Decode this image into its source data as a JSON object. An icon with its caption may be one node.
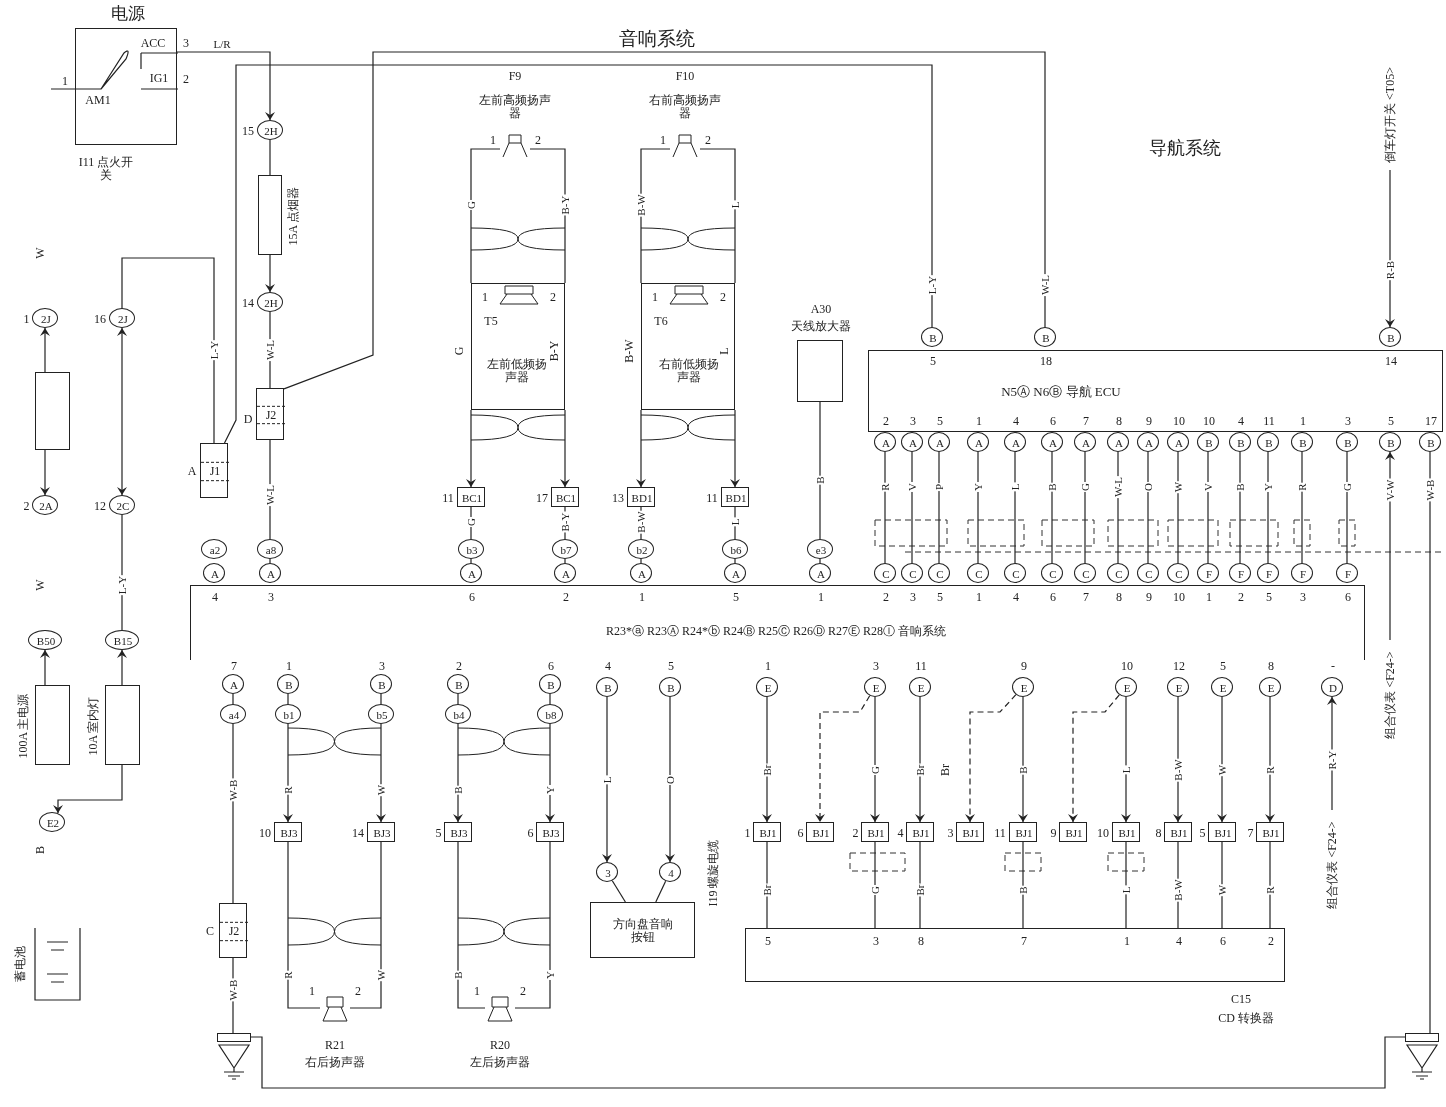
{
  "diagram": {
    "title": "音响系统",
    "nodes": [
      {
        "text": [
          "电源",
          "ACC",
          "IG1",
          "AM1"
        ],
        "beside": [
          "3",
          "2",
          "1",
          "I11 点火开关"
        ]
      },
      {
        "text": [
          "2H"
        ],
        "beside": [
          "15"
        ]
      },
      {
        "text": [
          "15A 点烟器"
        ]
      },
      {
        "text": [
          "2H"
        ],
        "beside": [
          "14"
        ]
      },
      {
        "text": [
          "J2"
        ],
        "beside": [
          "D"
        ]
      },
      {
        "text": [
          "J1"
        ],
        "beside": [
          "A"
        ]
      },
      {
        "text": [
          "a2"
        ]
      },
      {
        "text": [
          "A"
        ]
      },
      {
        "text": [
          "a8"
        ]
      },
      {
        "text": [
          "A"
        ]
      },
      {
        "text": [
          "2J"
        ],
        "beside": [
          "1"
        ]
      },
      {
        "text": [],
        "shape": "box"
      },
      {
        "text": [
          "2A"
        ],
        "beside": [
          "2"
        ]
      },
      {
        "text": [
          "B50"
        ]
      },
      {
        "text": [
          "100A 主电源"
        ]
      },
      {
        "text": [
          "E2"
        ]
      },
      {
        "text": [
          "蓄电池"
        ]
      },
      {
        "text": [
          "2J"
        ],
        "beside": [
          "16"
        ]
      },
      {
        "text": [
          "2C"
        ],
        "beside": [
          "12"
        ]
      },
      {
        "text": [
          "B15"
        ]
      },
      {
        "text": [
          "10A 室内灯"
        ]
      },
      {
        "text": [
          "F9",
          "左前高频扬声器",
          "1",
          "2"
        ]
      },
      {
        "text": [
          "F10",
          "右前高频扬声器",
          "1",
          "2"
        ]
      },
      {
        "text": [
          "T5",
          "左前低频扬声器",
          "1",
          "2",
          "B-Y"
        ],
        "beside": [
          "G"
        ]
      },
      {
        "text": [
          "T6",
          "右前低频扬声器",
          "1",
          "2",
          "L"
        ],
        "beside": [
          "B-W"
        ]
      },
      {
        "text": [
          "BC1"
        ],
        "beside": [
          "11"
        ]
      },
      {
        "text": [
          "BC1"
        ],
        "beside": [
          "17"
        ]
      },
      {
        "text": [
          "BD1"
        ],
        "beside": [
          "13"
        ]
      },
      {
        "text": [
          "BD1"
        ],
        "beside": [
          "11"
        ]
      },
      {
        "text": [
          "b3"
        ]
      },
      {
        "text": [
          "A"
        ]
      },
      {
        "text": [
          "b7"
        ]
      },
      {
        "text": [
          "A"
        ]
      },
      {
        "text": [
          "b2"
        ]
      },
      {
        "text": [
          "A"
        ]
      },
      {
        "text": [
          "b6"
        ]
      },
      {
        "text": [
          "A"
        ]
      },
      {
        "text": [
          "A30",
          "天线放大器"
        ]
      },
      {
        "text": [
          "e3"
        ]
      },
      {
        "text": [
          "A"
        ]
      },
      {
        "text": [
          "N5Ⓐ N6Ⓑ 导航 ECU",
          "5",
          "18",
          "14",
          "2",
          "3",
          "5",
          "1",
          "4",
          "6",
          "7",
          "8",
          "9",
          "10",
          "10",
          "4",
          "11",
          "1",
          "3",
          "5",
          "17"
        ]
      },
      {
        "text": [
          "B"
        ]
      },
      {
        "text": [
          "B"
        ]
      },
      {
        "text": [
          "B"
        ]
      },
      {
        "text": [
          "A"
        ]
      },
      {
        "text": [
          "A"
        ]
      },
      {
        "text": [
          "A"
        ]
      },
      {
        "text": [
          "A"
        ]
      },
      {
        "text": [
          "A"
        ]
      },
      {
        "text": [
          "A"
        ]
      },
      {
        "text": [
          "A"
        ]
      },
      {
        "text": [
          "A"
        ]
      },
      {
        "text": [
          "A"
        ]
      },
      {
        "text": [
          "A"
        ]
      },
      {
        "text": [
          "B"
        ]
      },
      {
        "text": [
          "B"
        ]
      },
      {
        "text": [
          "B"
        ]
      },
      {
        "text": [
          "B"
        ]
      },
      {
        "text": [
          "B"
        ]
      },
      {
        "text": [
          "B"
        ]
      },
      {
        "text": [
          "B"
        ]
      },
      {
        "text": [
          "C"
        ]
      },
      {
        "text": [
          "C"
        ]
      },
      {
        "text": [
          "C"
        ]
      },
      {
        "text": [
          "C"
        ]
      },
      {
        "text": [
          "C"
        ]
      },
      {
        "text": [
          "C"
        ]
      },
      {
        "text": [
          "C"
        ]
      },
      {
        "text": [
          "C"
        ]
      },
      {
        "text": [
          "C"
        ]
      },
      {
        "text": [
          "C"
        ]
      },
      {
        "text": [
          "F"
        ]
      },
      {
        "text": [
          "F"
        ]
      },
      {
        "text": [
          "F"
        ]
      },
      {
        "text": [
          "F"
        ]
      },
      {
        "text": [
          "F"
        ]
      },
      {
        "text": [
          "R23*ⓐ R23Ⓐ R24*ⓑ R24Ⓑ R25Ⓒ R26Ⓓ R27Ⓔ R28Ⓘ 音响系统",
          "4",
          "3",
          "6",
          "2",
          "1",
          "5",
          "1",
          "2",
          "3",
          "5",
          "1",
          "4",
          "6",
          "7",
          "8",
          "9",
          "10",
          "1",
          "2",
          "5",
          "3",
          "6",
          "7",
          "1",
          "3",
          "2",
          "6",
          "4",
          "5",
          "1",
          "3",
          "11",
          "9",
          "10",
          "12",
          "5",
          "8",
          "-"
        ]
      },
      {
        "text": [
          "A"
        ]
      },
      {
        "text": [
          "a4"
        ]
      },
      {
        "text": [
          "B"
        ]
      },
      {
        "text": [
          "b1"
        ]
      },
      {
        "text": [
          "B"
        ]
      },
      {
        "text": [
          "b5"
        ]
      },
      {
        "text": [
          "B"
        ]
      },
      {
        "text": [
          "b4"
        ]
      },
      {
        "text": [
          "B"
        ]
      },
      {
        "text": [
          "b8"
        ]
      },
      {
        "text": [
          "B"
        ]
      },
      {
        "text": [
          "B"
        ]
      },
      {
        "text": [
          "E"
        ]
      },
      {
        "text": [
          "E"
        ]
      },
      {
        "text": [
          "E"
        ]
      },
      {
        "text": [
          "E"
        ]
      },
      {
        "text": [
          "E"
        ]
      },
      {
        "text": [
          "E"
        ]
      },
      {
        "text": [
          "E"
        ]
      },
      {
        "text": [
          "E"
        ]
      },
      {
        "text": [
          "D"
        ]
      },
      {
        "text": [
          "J2"
        ],
        "beside": [
          "C"
        ]
      },
      {
        "text": [
          "BJ3"
        ],
        "beside": [
          "10"
        ]
      },
      {
        "text": [
          "BJ3"
        ],
        "beside": [
          "14"
        ]
      },
      {
        "text": [
          "BJ3"
        ],
        "beside": [
          "5"
        ]
      },
      {
        "text": [
          "BJ3"
        ],
        "beside": [
          "6"
        ]
      },
      {
        "text": [
          "R21",
          "右后扬声器"
        ],
        "beside": [
          "1",
          "2"
        ]
      },
      {
        "text": [
          "R20",
          "左后扬声器"
        ],
        "beside": [
          "1",
          "2"
        ]
      },
      {
        "text": [
          "3"
        ]
      },
      {
        "text": [
          "4"
        ]
      },
      {
        "text": [
          "方向盘音响按钮"
        ],
        "beside": [
          "I19 螺旋电缆"
        ]
      },
      {
        "text": [
          "BJ1"
        ],
        "beside": [
          "1"
        ]
      },
      {
        "text": [
          "BJ1"
        ],
        "beside": [
          "6"
        ]
      },
      {
        "text": [
          "BJ1"
        ],
        "beside": [
          "2"
        ]
      },
      {
        "text": [
          "BJ1"
        ],
        "beside": [
          "4"
        ]
      },
      {
        "text": [
          "BJ1"
        ],
        "beside": [
          "3"
        ]
      },
      {
        "text": [
          "BJ1"
        ],
        "beside": [
          "11"
        ]
      },
      {
        "text": [
          "BJ1"
        ],
        "beside": [
          "9"
        ]
      },
      {
        "text": [
          "BJ1"
        ],
        "beside": [
          "10"
        ]
      },
      {
        "text": [
          "BJ1"
        ],
        "beside": [
          "8"
        ]
      },
      {
        "text": [
          "BJ1"
        ],
        "beside": [
          "5"
        ]
      },
      {
        "text": [
          "BJ1"
        ],
        "beside": [
          "7"
        ]
      },
      {
        "text": [
          "C15",
          "CD 转换器",
          "5",
          "3",
          "8",
          "7",
          "1",
          "4",
          "6",
          "2"
        ]
      },
      {
        "text": [],
        "shape": "box"
      },
      {
        "text": [],
        "shape": "box"
      },
      {
        "text": [
          "倒车灯开关 <T05>"
        ]
      },
      {
        "text": [
          "组合仪表 <F24->"
        ]
      },
      {
        "text": [
          "组合仪表 <F24->"
        ]
      }
    ],
    "edges": [
      {
        "from": 0,
        "to": 1,
        "arrow": "to",
        "label": "L/R"
      },
      {
        "from": 1,
        "to": 2,
        "arrow": "none"
      },
      {
        "from": 2,
        "to": 3,
        "arrow": "to"
      },
      {
        "from": 3,
        "to": 4,
        "arrow": "none",
        "label": "W-L"
      },
      {
        "from": 4,
        "to": 8,
        "arrow": "none",
        "label": "W-L"
      },
      {
        "from": 8,
        "to": 9,
        "arrow": "none"
      },
      {
        "from": 4,
        "to": 42,
        "arrow": "none",
        "label": "W-L"
      },
      {
        "from": 5,
        "to": 41,
        "arrow": "none",
        "label": "L-Y"
      },
      {
        "from": 17,
        "to": 5,
        "arrow": "none",
        "label": "L-Y"
      },
      {
        "from": 18,
        "to": 17,
        "arrow": "both"
      },
      {
        "from": 19,
        "to": 18,
        "arrow": "none",
        "label": "L-Y"
      },
      {
        "from": 20,
        "to": 19,
        "arrow": "to"
      },
      {
        "from": 20,
        "to": 15,
        "arrow": "to"
      },
      {
        "from": 11,
        "to": 10,
        "arrow": "to"
      },
      {
        "from": 11,
        "to": 12,
        "arrow": "to"
      },
      {
        "from": 14,
        "to": 13,
        "arrow": "to"
      },
      {
        "from": 21,
        "to": 23,
        "arrow": "none",
        "label": "G"
      },
      {
        "from": 21,
        "to": 23,
        "arrow": "none",
        "label": "B-Y"
      },
      {
        "from": 22,
        "to": 24,
        "arrow": "none",
        "label": "B-W"
      },
      {
        "from": 22,
        "to": 24,
        "arrow": "none",
        "label": "L"
      },
      {
        "from": 23,
        "to": 25,
        "arrow": "to"
      },
      {
        "from": 23,
        "to": 26,
        "arrow": "to"
      },
      {
        "from": 24,
        "to": 27,
        "arrow": "to"
      },
      {
        "from": 24,
        "to": 28,
        "arrow": "to"
      },
      {
        "from": 25,
        "to": 29,
        "arrow": "none",
        "label": "G"
      },
      {
        "from": 29,
        "to": 30,
        "arrow": "none"
      },
      {
        "from": 26,
        "to": 31,
        "arrow": "none",
        "label": "B-Y"
      },
      {
        "from": 31,
        "to": 32,
        "arrow": "none"
      },
      {
        "from": 27,
        "to": 33,
        "arrow": "none",
        "label": "B-W"
      },
      {
        "from": 33,
        "to": 34,
        "arrow": "none"
      },
      {
        "from": 28,
        "to": 35,
        "arrow": "none",
        "label": "L"
      },
      {
        "from": 35,
        "to": 36,
        "arrow": "none"
      },
      {
        "from": 37,
        "to": 38,
        "arrow": "none",
        "label": "B"
      },
      {
        "from": 38,
        "to": 39,
        "arrow": "none"
      },
      {
        "from": 44,
        "to": 61,
        "arrow": "none",
        "label": "R"
      },
      {
        "from": 45,
        "to": 62,
        "arrow": "none",
        "label": "V"
      },
      {
        "from": 46,
        "to": 63,
        "arrow": "none",
        "label": "P"
      },
      {
        "from": 47,
        "to": 64,
        "arrow": "none",
        "label": "Y"
      },
      {
        "from": 48,
        "to": 65,
        "arrow": "none",
        "label": "L"
      },
      {
        "from": 49,
        "to": 66,
        "arrow": "none",
        "label": "B"
      },
      {
        "from": 50,
        "to": 67,
        "arrow": "none",
        "label": "G"
      },
      {
        "from": 51,
        "to": 68,
        "arrow": "none",
        "label": "W-L"
      },
      {
        "from": 52,
        "to": 69,
        "arrow": "none",
        "label": "O"
      },
      {
        "from": 53,
        "to": 70,
        "arrow": "none",
        "label": "W"
      },
      {
        "from": 54,
        "to": 71,
        "arrow": "none",
        "label": "V"
      },
      {
        "from": 55,
        "to": 72,
        "arrow": "none",
        "label": "B"
      },
      {
        "from": 56,
        "to": 73,
        "arrow": "none",
        "label": "Y"
      },
      {
        "from": 57,
        "to": 74,
        "arrow": "none",
        "label": "R"
      },
      {
        "from": 58,
        "to": 75,
        "arrow": "none",
        "label": "G"
      },
      {
        "from": 123,
        "to": 59,
        "arrow": "to",
        "label": "V-W"
      },
      {
        "from": 60,
        "to": 121,
        "arrow": "none",
        "label": "W-B"
      },
      {
        "from": 122,
        "to": 43,
        "arrow": "to",
        "label": "R-B"
      },
      {
        "from": 77,
        "to": 78,
        "arrow": "none"
      },
      {
        "from": 78,
        "to": 98,
        "arrow": "none",
        "label": "W-B"
      },
      {
        "from": 98,
        "to": 120,
        "arrow": "none",
        "label": "W-B"
      },
      {
        "from": 79,
        "to": 80,
        "arrow": "none"
      },
      {
        "from": 80,
        "to": 99,
        "arrow": "to",
        "label": "R"
      },
      {
        "from": 81,
        "to": 82,
        "arrow": "none"
      },
      {
        "from": 82,
        "to": 100,
        "arrow": "to",
        "label": "W"
      },
      {
        "from": 83,
        "to": 84,
        "arrow": "none"
      },
      {
        "from": 84,
        "to": 101,
        "arrow": "to",
        "label": "B"
      },
      {
        "from": 85,
        "to": 86,
        "arrow": "none"
      },
      {
        "from": 86,
        "to": 102,
        "arrow": "to",
        "label": "Y"
      },
      {
        "from": 99,
        "to": 103,
        "arrow": "none",
        "label": "R"
      },
      {
        "from": 100,
        "to": 103,
        "arrow": "none",
        "label": "W"
      },
      {
        "from": 101,
        "to": 104,
        "arrow": "none",
        "label": "B"
      },
      {
        "from": 102,
        "to": 104,
        "arrow": "none",
        "label": "Y"
      },
      {
        "from": 87,
        "to": 105,
        "arrow": "to",
        "label": "L"
      },
      {
        "from": 88,
        "to": 106,
        "arrow": "to",
        "label": "O"
      },
      {
        "from": 105,
        "to": 107,
        "arrow": "none"
      },
      {
        "from": 106,
        "to": 107,
        "arrow": "none"
      },
      {
        "from": 89,
        "to": 108,
        "arrow": "to",
        "label": "Br"
      },
      {
        "from": 90,
        "to": 110,
        "arrow": "to",
        "label": "G"
      },
      {
        "from": 91,
        "to": 111,
        "arrow": "to",
        "label": "Br"
      },
      {
        "from": 92,
        "to": 113,
        "arrow": "to",
        "label": "B"
      },
      {
        "from": 93,
        "to": 115,
        "arrow": "to",
        "label": "L"
      },
      {
        "from": 94,
        "to": 116,
        "arrow": "to",
        "label": "B-W"
      },
      {
        "from": 95,
        "to": 117,
        "arrow": "to",
        "label": "W"
      },
      {
        "from": 96,
        "to": 118,
        "arrow": "to",
        "label": "R"
      },
      {
        "from": 108,
        "to": 119,
        "arrow": "none",
        "label": "Br"
      },
      {
        "from": 110,
        "to": 119,
        "arrow": "none",
        "label": "G"
      },
      {
        "from": 111,
        "to": 119,
        "arrow": "none",
        "label": "Br"
      },
      {
        "from": 113,
        "to": 119,
        "arrow": "none",
        "label": "B"
      },
      {
        "from": 115,
        "to": 119,
        "arrow": "none",
        "label": "L"
      },
      {
        "from": 116,
        "to": 119,
        "arrow": "none",
        "label": "B-W"
      },
      {
        "from": 117,
        "to": 119,
        "arrow": "none",
        "label": "W"
      },
      {
        "from": 118,
        "to": 119,
        "arrow": "none",
        "label": "R"
      },
      {
        "from": 124,
        "to": 97,
        "arrow": "to",
        "label": "R-Y"
      },
      {
        "from": 120,
        "to": 121,
        "arrow": "none"
      },
      {
        "from": 90,
        "to": 109,
        "arrow": "to",
        "style": "dashed"
      },
      {
        "from": 92,
        "to": 112,
        "arrow": "to",
        "style": "dashed"
      },
      {
        "from": 93,
        "to": 114,
        "arrow": "to",
        "style": "dashed"
      }
    ],
    "labels": [
      "导航系统",
      "W",
      "W",
      "B",
      "Br"
    ]
  }
}
